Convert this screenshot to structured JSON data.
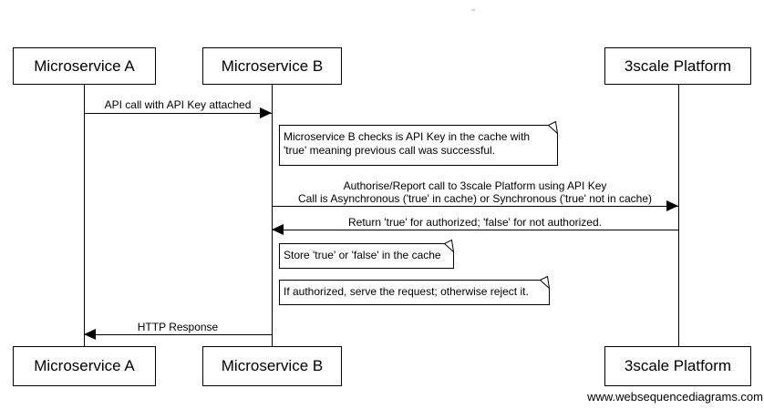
{
  "diagram": {
    "type": "sequence",
    "actors": [
      {
        "name": "Microservice A"
      },
      {
        "name": "Microservice B"
      },
      {
        "name": "3scale Platform"
      }
    ],
    "messages": [
      {
        "from": "Microservice A",
        "to": "Microservice B",
        "lines": [
          "API call with API Key attached"
        ]
      },
      {
        "from": "Microservice B",
        "to": "3scale Platform",
        "lines": [
          "Authorise/Report call to 3scale Platform using API Key",
          "Call is Asynchronous ('true' in cache) or Synchronous ('true' not in cache)"
        ]
      },
      {
        "from": "3scale Platform",
        "to": "Microservice B",
        "lines": [
          "Return 'true' for authorized; 'false' for not authorized."
        ]
      },
      {
        "from": "Microservice B",
        "to": "Microservice A",
        "lines": [
          "HTTP Response"
        ]
      }
    ],
    "notes": [
      {
        "text": "Microservice B checks is API Key in the cache with 'true' meaning previous call was successful."
      },
      {
        "text": "Store 'true' or 'false' in the cache"
      },
      {
        "text": "If authorized, serve the request; otherwise reject it."
      }
    ],
    "watermark": "www.websequencediagrams.com",
    "colors": {
      "line": "#000000",
      "background": "#ffffff"
    }
  }
}
